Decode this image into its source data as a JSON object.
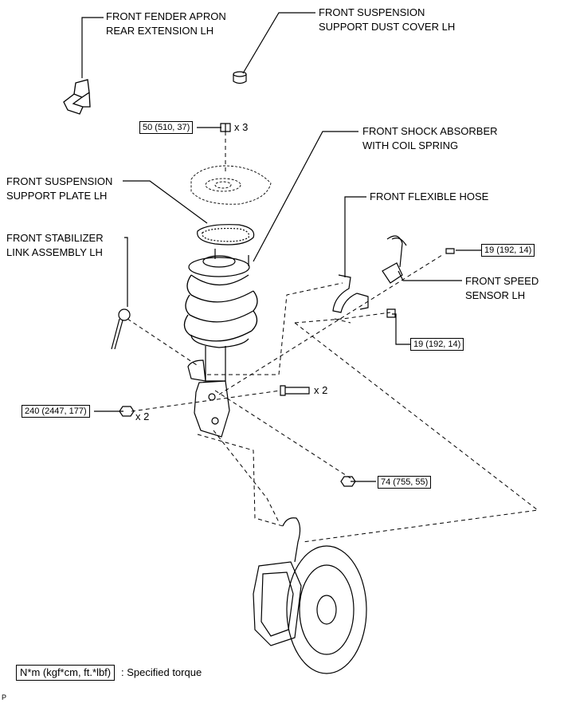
{
  "labels": {
    "fender_apron": [
      "FRONT FENDER APRON",
      "REAR EXTENSION LH"
    ],
    "dust_cover": [
      "FRONT SUSPENSION",
      "SUPPORT DUST COVER LH"
    ],
    "shock_absorber": [
      "FRONT SHOCK ABSORBER",
      "WITH COIL SPRING"
    ],
    "support_plate": [
      "FRONT SUSPENSION",
      "SUPPORT PLATE LH"
    ],
    "flexible_hose": [
      "FRONT FLEXIBLE HOSE"
    ],
    "stabilizer_link": [
      "FRONT STABILIZER",
      "LINK ASSEMBLY LH"
    ],
    "speed_sensor": [
      "FRONT SPEED",
      "SENSOR LH"
    ]
  },
  "torques": {
    "top_nut": "50 (510, 37)",
    "sensor_bolt_upper": "19 (192, 14)",
    "sensor_bolt_lower": "19 (192, 14)",
    "stabilizer_nut": "240 (2447, 177)",
    "knuckle_nut": "74 (755, 55)"
  },
  "multipliers": {
    "top_nut": "x 3",
    "knuckle_bolt": "x 2",
    "stabilizer_nut": "x 2"
  },
  "legend": {
    "unit": "N*m (kgf*cm, ft.*lbf)",
    "description": ": Specified torque"
  },
  "footer_letter": "P"
}
